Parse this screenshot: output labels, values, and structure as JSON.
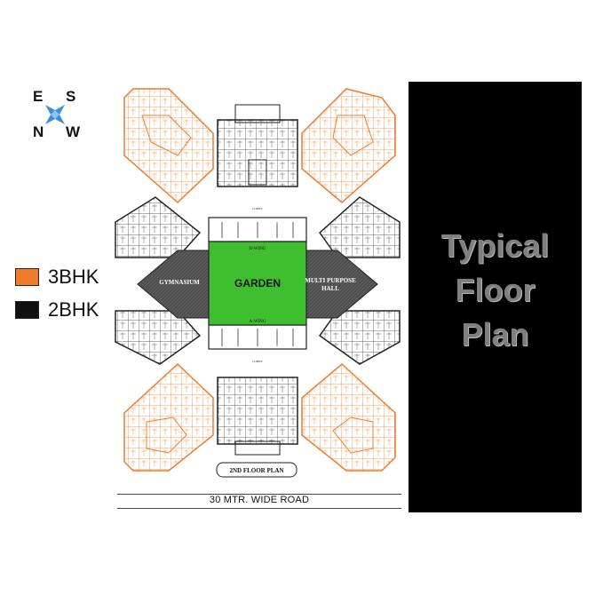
{
  "compass": {
    "e": "E",
    "s": "S",
    "n": "N",
    "w": "W",
    "icon": "compass-cross-icon",
    "color": "#3e8fd6"
  },
  "legend": [
    {
      "label": "3BHK",
      "color": "#f07c2b"
    },
    {
      "label": "2BHK",
      "color": "#111111"
    }
  ],
  "plan": {
    "garden": "GARDEN",
    "gymnasium": "GYMNASIUM",
    "hall_line1": "MULTI PURPOSE",
    "hall_line2": "HALL",
    "b_wing": "B-WING",
    "a_wing": "A-WING",
    "lobby_top": "LOBBY",
    "lobby_bottom": "LOBBY",
    "floor_label": "2ND FLOOR PLAN",
    "garden_color": "#3fbf2f",
    "amenity_color": "#555555",
    "three_bhk_color": "#f07c2b"
  },
  "road": "30 MTR. WIDE ROAD",
  "panel": {
    "title": "Typical\nFloor\nPlan"
  }
}
